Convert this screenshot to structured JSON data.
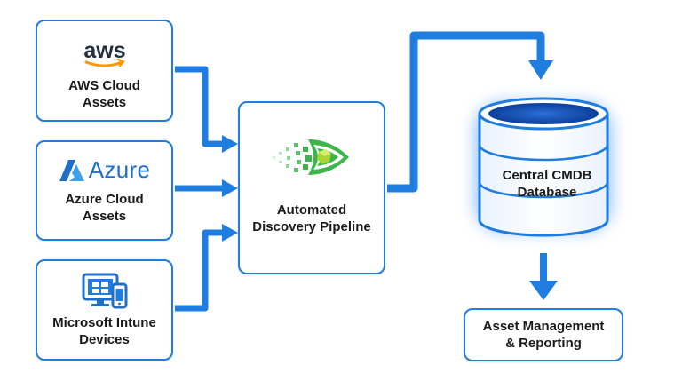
{
  "sources": {
    "aws": {
      "logo_text": "aws",
      "label_line1": "AWS Cloud",
      "label_line2": "Assets"
    },
    "azure": {
      "logo_text": "Azure",
      "label_line1": "Azure Cloud",
      "label_line2": "Assets"
    },
    "intune": {
      "label_line1": "Microsoft Intune",
      "label_line2": "Devices"
    }
  },
  "pipeline": {
    "label_line1": "Automated",
    "label_line2": "Discovery Pipeline"
  },
  "database": {
    "label_line1": "Central CMDB",
    "label_line2": "Database"
  },
  "reporting": {
    "label_line1": "Asset Management",
    "label_line2": "& Reporting"
  },
  "colors": {
    "accent": "#1f7de0",
    "aws_orange": "#ff9900",
    "azure_blue": "#1f6fc8",
    "pipeline_green": "#3cb54a"
  },
  "icons": {
    "aws": "aws-logo-icon",
    "azure": "azure-logo-icon",
    "intune": "monitor-phone-icon",
    "pipeline": "discovery-eye-icon",
    "database": "database-cylinder-icon"
  }
}
